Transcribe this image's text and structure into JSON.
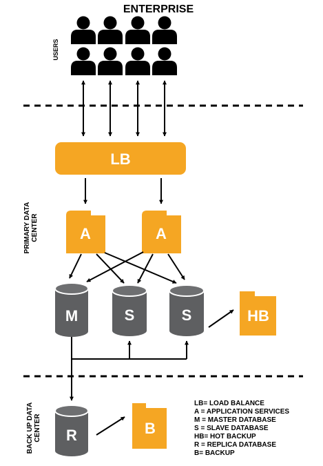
{
  "title": "ENTERPRISE",
  "section_labels": {
    "users": "USERS",
    "primary": [
      "PRIMARY DATA",
      "CENTER"
    ],
    "backup": [
      "BACK UP DATA",
      "CENTER"
    ]
  },
  "nodes": {
    "lb": "LB",
    "app_1": "A",
    "app_2": "A",
    "master_db": "M",
    "slave_db_1": "S",
    "slave_db_2": "S",
    "hot_backup": "HB",
    "replica_db": "R",
    "backup": "B"
  },
  "legend": [
    "LB= LOAD BALANCE",
    "A = APPLICATION SERVICES",
    "M = MASTER DATABASE",
    "S  = SLAVE DATABASE",
    "HB= HOT BACKUP",
    "R = REPLICA DATABASE",
    "B=  BACKUP"
  ],
  "colors": {
    "accent": "#F5A623",
    "database": "#5E5F61",
    "ink": "#000000",
    "label": "#ffffff"
  },
  "user_count": 8
}
